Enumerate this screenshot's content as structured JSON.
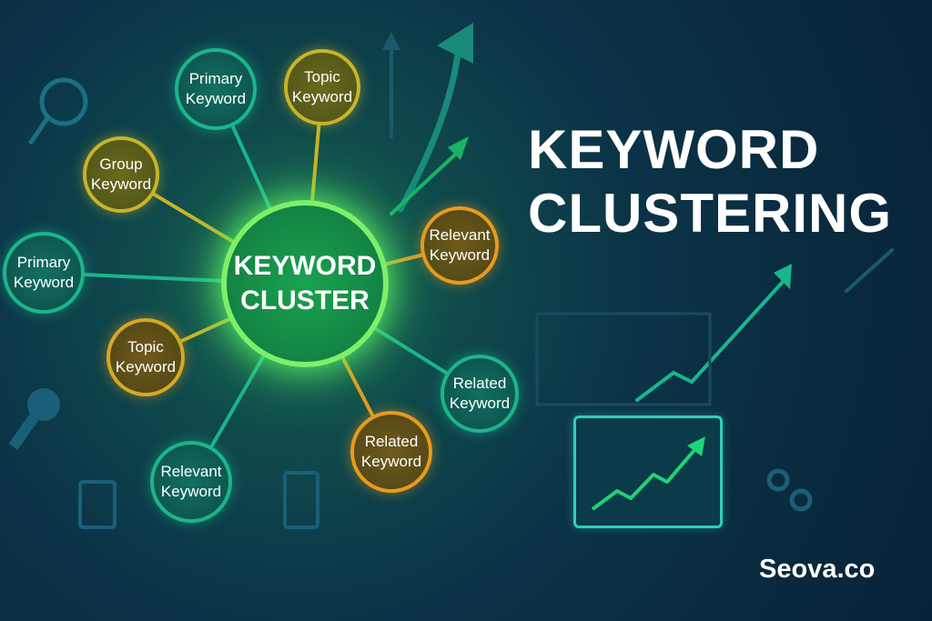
{
  "title": {
    "line1": "KEYWORD",
    "line2": "CLUSTERING"
  },
  "center": {
    "line1": "KEYWORD",
    "line2": "CLUSTER"
  },
  "nodes": [
    {
      "line1": "Primary",
      "line2": "Keyword"
    },
    {
      "line1": "Topic",
      "line2": "Keyword"
    },
    {
      "line1": "Group",
      "line2": "Keyword"
    },
    {
      "line1": "Relevant",
      "line2": "Keyword"
    },
    {
      "line1": "Primary",
      "line2": "Keyword"
    },
    {
      "line1": "Topic",
      "line2": "Keyword"
    },
    {
      "line1": "Related",
      "line2": "Keyword"
    },
    {
      "line1": "Related",
      "line2": "Keyword"
    },
    {
      "line1": "Relevant",
      "line2": "Keyword"
    }
  ],
  "brand": "Seova.co",
  "colors": {
    "teal": "#1bb58c",
    "olive": "#c9b429",
    "orange": "#e99a1d",
    "center": "#7cf06a",
    "background": "#0a2a3e"
  }
}
